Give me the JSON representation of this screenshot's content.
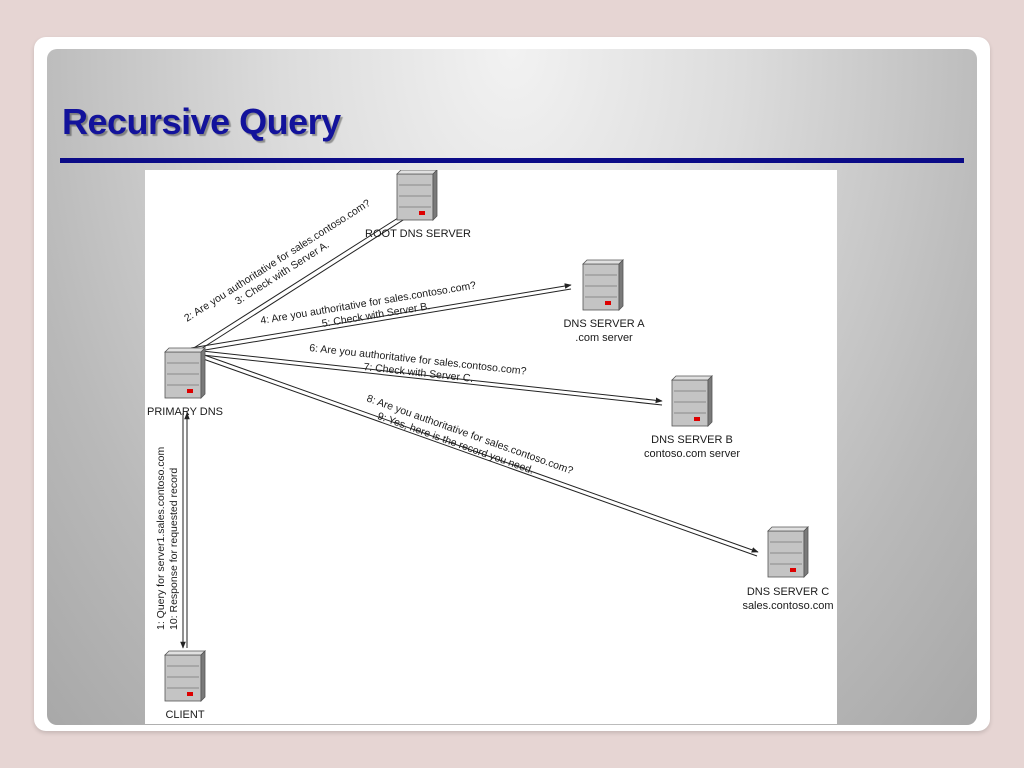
{
  "slide": {
    "title": "Recursive Query"
  },
  "diagram": {
    "nodes": {
      "root": {
        "label": "ROOT DNS SERVER",
        "icon": "server-icon"
      },
      "a": {
        "label": "DNS SERVER A",
        "sublabel": ".com server",
        "icon": "server-icon"
      },
      "b": {
        "label": "DNS SERVER B",
        "sublabel": "contoso.com server",
        "icon": "server-icon"
      },
      "c": {
        "label": "DNS SERVER C",
        "sublabel": "sales.contoso.com",
        "icon": "server-icon"
      },
      "primary": {
        "label": "PRIMARY DNS",
        "icon": "server-icon"
      },
      "client": {
        "label": "CLIENT",
        "icon": "server-icon"
      }
    },
    "messages": {
      "m1": "1: Query for server1.sales.contoso.com",
      "m10": "10: Response for requested record",
      "m2": "2: Are you authoritative for sales.contoso.com?",
      "m3": "3: Check with Server A.",
      "m4": "4: Are you authoritative for sales.contoso.com?",
      "m5": "5: Check with Server B.",
      "m6": "6: Are you authoritative for sales.contoso.com?",
      "m7": "7: Check with Server C.",
      "m8": "8: Are you authoritative for sales.contoso.com?",
      "m9": "9: Yes, here is the record you need."
    },
    "colors": {
      "server_body": "#c4c4c4",
      "server_led": "#dd0000",
      "arrow": "#222222"
    }
  }
}
